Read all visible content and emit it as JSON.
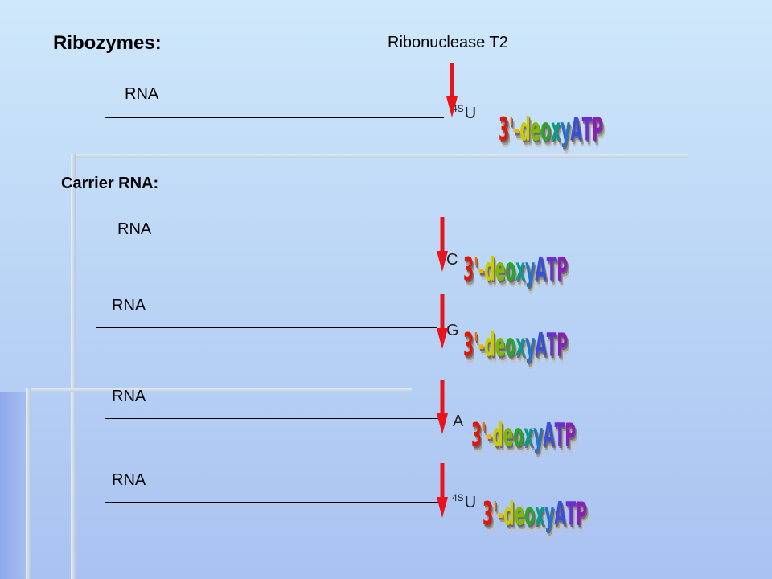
{
  "title": "Ribozymes:",
  "enzyme_label": "Ribonuclease T2",
  "carrier_title": "Carrier RNA:",
  "rows": [
    {
      "rna": "RNA",
      "nuc_sup": "4S",
      "nuc": "U",
      "product": "3'-deoxyATP"
    },
    {
      "rna": "RNA",
      "nuc_sup": "",
      "nuc": "C",
      "product": "3'-deoxyATP"
    },
    {
      "rna": "RNA",
      "nuc_sup": "",
      "nuc": "G",
      "product": "3'-deoxyATP"
    },
    {
      "rna": "RNA",
      "nuc_sup": "",
      "nuc": "A",
      "product": "3'-deoxyATP"
    },
    {
      "rna": "RNA",
      "nuc_sup": "4S",
      "nuc": "U",
      "product": "3'-deoxyATP"
    }
  ],
  "colors": {
    "arrow": "#e8141b",
    "wordart": [
      "#e0160b",
      "#f06a00",
      "#f2b200",
      "#c8cc00",
      "#7fb800",
      "#2aa52a",
      "#0a9b8a",
      "#1e74d0",
      "#3a4fd8",
      "#6a2fd0",
      "#8a1fb8"
    ]
  },
  "icons": {
    "cleavage_site": "red-down-arrow-icon"
  }
}
